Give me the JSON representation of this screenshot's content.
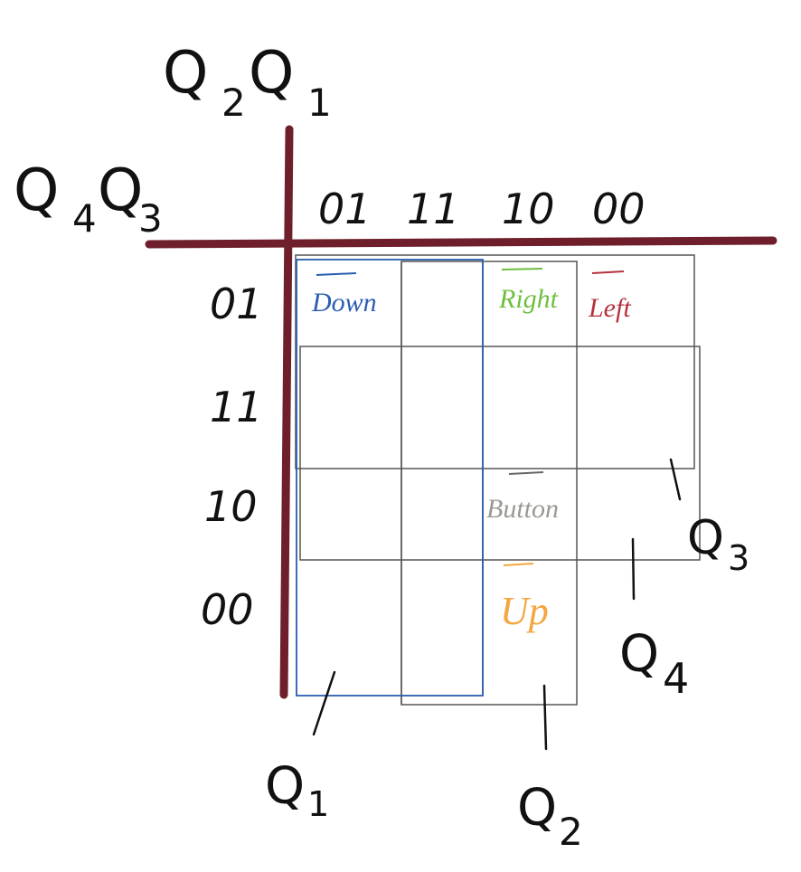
{
  "column_variables": {
    "main_a": "Q",
    "sub_a": "2",
    "main_b": "Q",
    "sub_b": "1"
  },
  "row_variables": {
    "main_a": "Q",
    "sub_a": "4",
    "main_b": "Q",
    "sub_b": "3"
  },
  "column_labels": [
    "01",
    "11",
    "10",
    "00"
  ],
  "row_labels": [
    "01",
    "11",
    "10",
    "00"
  ],
  "cell_entries": {
    "down": {
      "text": "Down",
      "color": "#2a5db0"
    },
    "right": {
      "text": "Right",
      "color": "#6fbf3f"
    },
    "left": {
      "text": "Left",
      "color": "#b4323c"
    },
    "button": {
      "text": "Button",
      "color": "#9a9a92"
    },
    "up": {
      "text": "Up",
      "color": "#f4a640"
    }
  },
  "group_labels": {
    "q1": {
      "main": "Q",
      "sub": "1"
    },
    "q2": {
      "main": "Q",
      "sub": "2"
    },
    "q3": {
      "main": "Q",
      "sub": "3"
    },
    "q4": {
      "main": "Q",
      "sub": "4"
    }
  },
  "colors": {
    "axis": "#6e1f2b",
    "grid": "#555555",
    "q1_group": "#2a5db0"
  }
}
